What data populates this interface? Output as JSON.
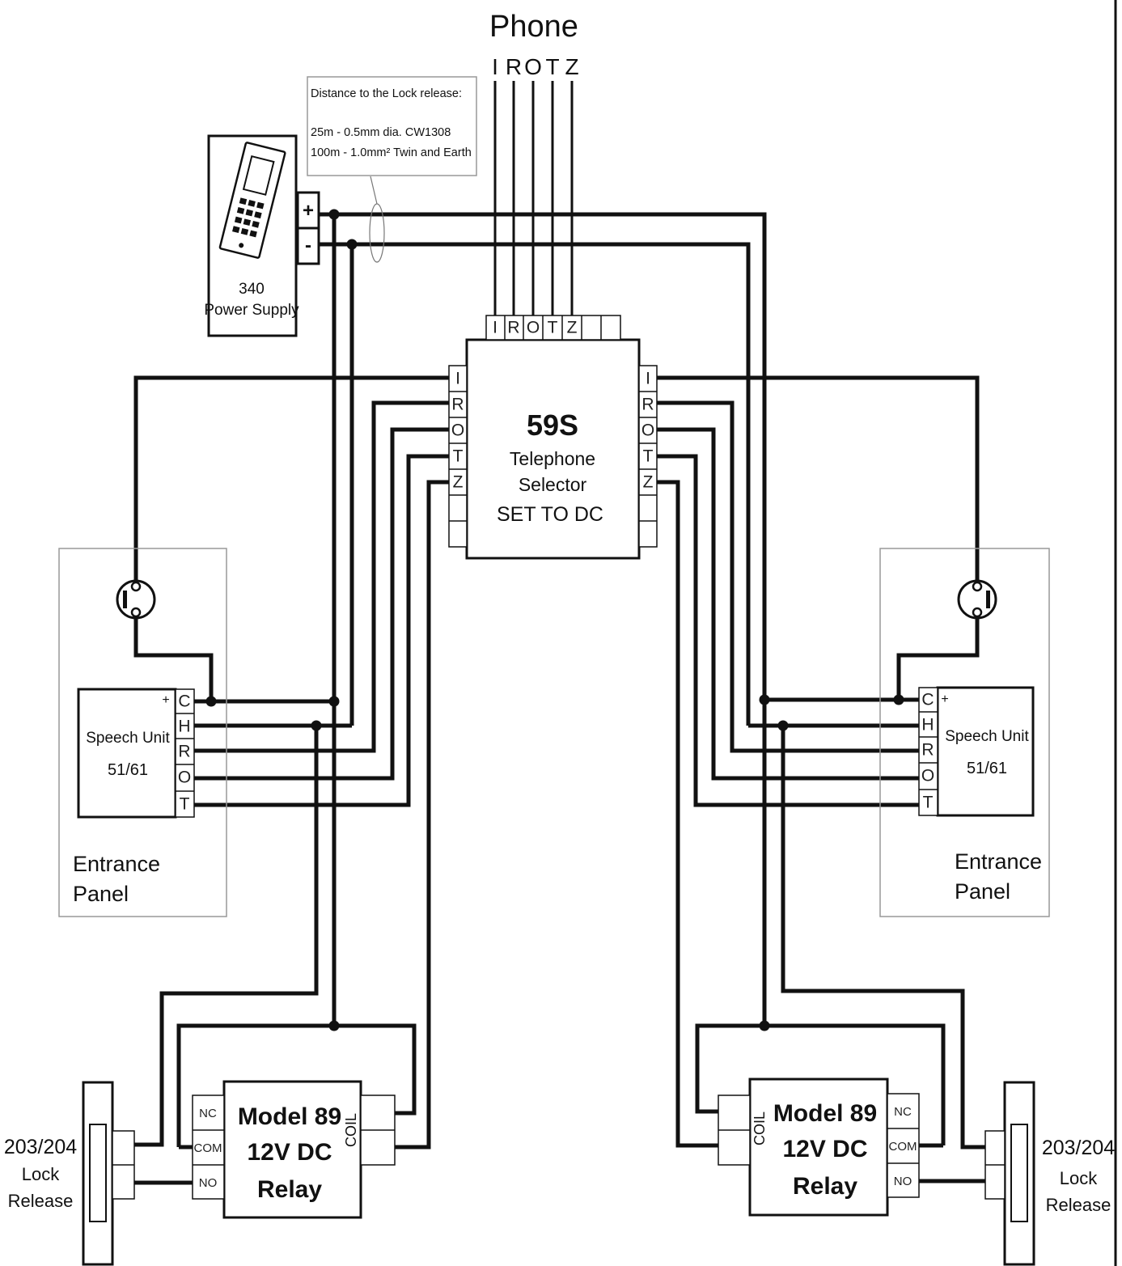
{
  "phone": {
    "title": "Phone",
    "terminals": [
      "I",
      "R",
      "O",
      "T",
      "Z"
    ]
  },
  "note": {
    "heading": "Distance to the Lock release:",
    "line1": "25m - 0.5mm dia. CW1308",
    "line2": "100m - 1.0mm² Twin and Earth"
  },
  "power_supply": {
    "number": "340",
    "label": "Power Supply",
    "plus": "+",
    "minus": "-"
  },
  "selector": {
    "model": "59S",
    "line1": "Telephone",
    "line2": "Selector",
    "line3": "SET TO DC",
    "terminals": [
      "I",
      "R",
      "O",
      "T",
      "Z"
    ]
  },
  "speech_unit": {
    "title": "Speech Unit",
    "model": "51/61",
    "plus": "+",
    "terminals": [
      "C",
      "H",
      "R",
      "O",
      "T"
    ]
  },
  "entrance_panel": {
    "line1": "Entrance",
    "line2": "Panel"
  },
  "relay": {
    "model": "Model 89",
    "voltage": "12V DC",
    "type": "Relay",
    "coil": "COIL",
    "nc": "NC",
    "com": "COM",
    "no": "NO"
  },
  "lock_release": {
    "model": "203/204",
    "line1": "Lock",
    "line2": "Release"
  }
}
